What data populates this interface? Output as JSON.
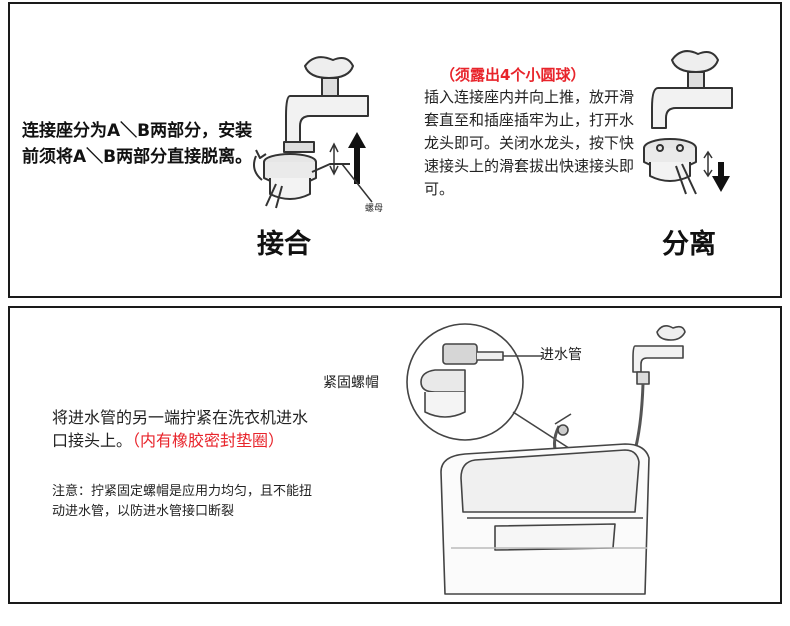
{
  "top": {
    "description": "连接座分为A＼B两部分，安装前须将A＼B两部分直接脱离。",
    "connect_label": "接合",
    "nut_label": "螺母",
    "red_note": "（须露出4个小圆球）",
    "instructions": "插入连接座内并向上推，放开滑套直至和插座插牢为止，打开水龙头即可。关闭水龙头，按下快速接头上的滑套拔出快速接头即可。",
    "separate_label": "分离"
  },
  "bottom": {
    "cap_label": "紧固螺帽",
    "pipe_label": "进水管",
    "main_text": "将进水管的另一端拧紧在洗衣机进水口接头上。",
    "main_red": "（内有橡胶密封垫圈）",
    "note": "注意：拧紧固定螺帽是应用力均匀，且不能扭动进水管，以防进水管接口断裂"
  },
  "colors": {
    "accent_red": "#e8242b",
    "border": "#1a1a1a",
    "line_art": "#333333"
  }
}
